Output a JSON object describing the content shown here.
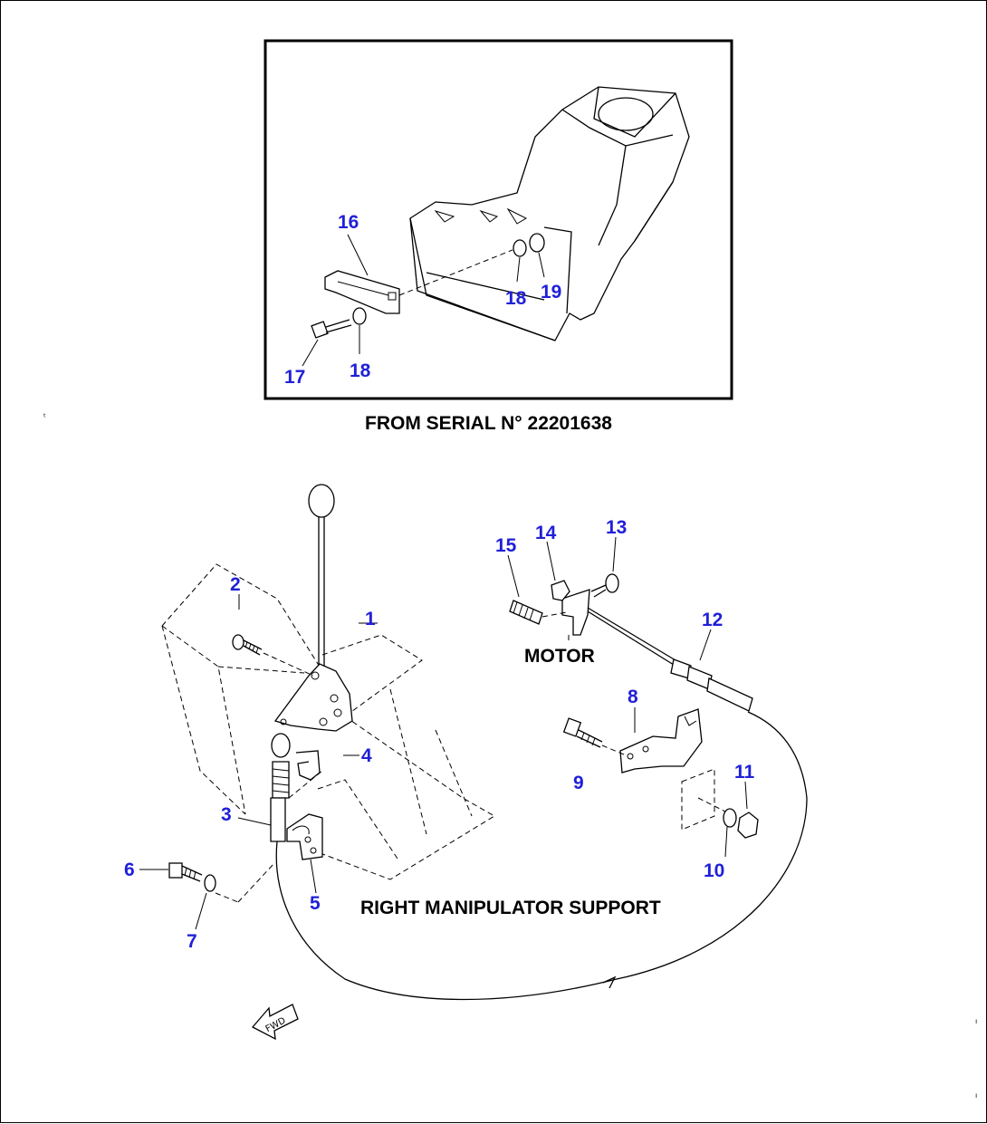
{
  "inset": {
    "caption": "FROM SERIAL N° 22201638",
    "callouts": [
      "16",
      "17",
      "18",
      "18",
      "19"
    ]
  },
  "main": {
    "captions": {
      "motor": "MOTOR",
      "support": "RIGHT MANIPULATOR SUPPORT"
    },
    "callouts": [
      "1",
      "2",
      "3",
      "4",
      "5",
      "6",
      "7",
      "8",
      "9",
      "10",
      "11",
      "12",
      "13",
      "14",
      "15"
    ],
    "fwd_arrow": "FWD"
  },
  "colors": {
    "callout_numbers": "#2020d8",
    "linework": "#000000",
    "background": "#ffffff"
  }
}
